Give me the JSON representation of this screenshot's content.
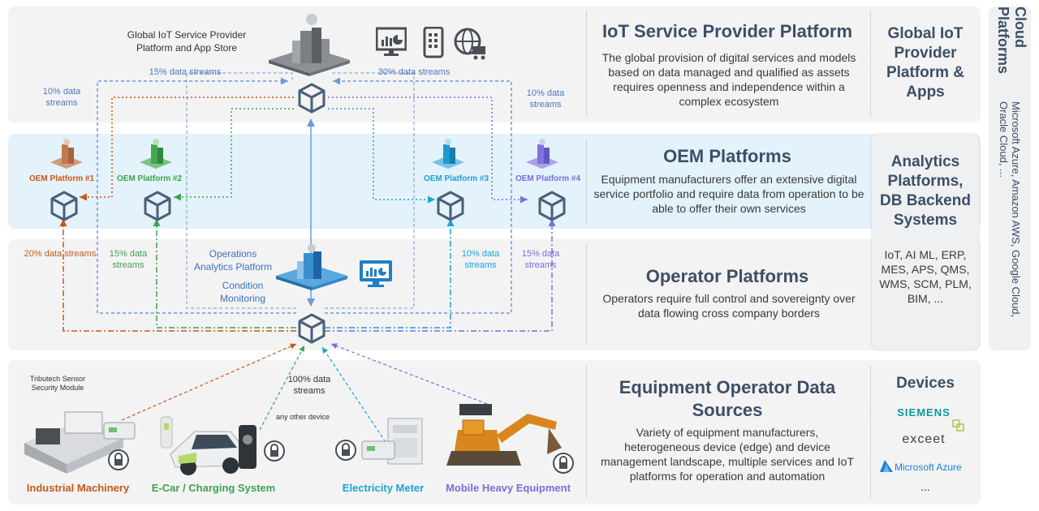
{
  "layers": {
    "iot": {
      "title": "IoT Service Provider Platform",
      "desc": "The global provision of digital services and models based on data managed and qualified    as assets requires openness and independence within a complex ecosystem",
      "side": "Global IoT Provider Platform & Apps",
      "platform_label": "Global IoT Service Provider Platform and App Store"
    },
    "oem": {
      "title": "OEM Platforms",
      "desc": "Equipment manufacturers offer an extensive digital service portfolio and require data from operation to be able to offer their own services",
      "platforms": [
        "OEM Platform #1",
        "OEM Platform #2",
        "OEM Platform #3",
        "OEM Platform #4"
      ]
    },
    "operator": {
      "title": "Operator Platforms",
      "desc": "Operators require full control and sovereignty over data flowing cross company borders",
      "platform_label": "Operations Analytics Platform",
      "monitoring_label": "Condition Monitoring"
    },
    "devices": {
      "title": "Equipment Operator Data Sources",
      "desc": "Variety of equipment manufacturers, heterogeneous device (edge) and device management landscape, multiple services and IoT platforms for operation and automation",
      "side": "Devices",
      "sensor_label": "Tributech Sensor Security Module",
      "other_device": "any other device",
      "items": [
        "Industrial Machinery",
        "E-Car / Charging System",
        "Electricity Meter",
        "Mobile Heavy Equipment"
      ],
      "vendors": [
        "SIEMENS",
        "exceet",
        "Microsoft Azure",
        "..."
      ]
    }
  },
  "analytics": {
    "title": "Analytics Platforms, DB Backend Systems",
    "list": "IoT, AI ML, ERP, MES, APS, QMS, WMS, SCM, PLM, BIM, ..."
  },
  "cloud": {
    "title": "Cloud Platforms",
    "providers": "Microsoft Azure, Amazon AWS, Google Cloud, Oracle Cloud, ..."
  },
  "streams": {
    "s15_top": "15% data streams",
    "s30_top": "30% data streams",
    "s10_left": "10% data streams",
    "s10_right": "10% data streams",
    "s20_orange": "20% data streams",
    "s15_green": "15% data streams",
    "s10_cyan": "10% data streams",
    "s15_purple": "15% data streams",
    "s100": "100% data streams"
  },
  "colors": {
    "orange": "#c8581a",
    "green": "#3ea34f",
    "cyan": "#1aa3d4",
    "purple": "#7a6fd8",
    "blue": "#6f9ad8",
    "navy": "#3d4f66",
    "oem_bg": "#e3f2fb"
  }
}
